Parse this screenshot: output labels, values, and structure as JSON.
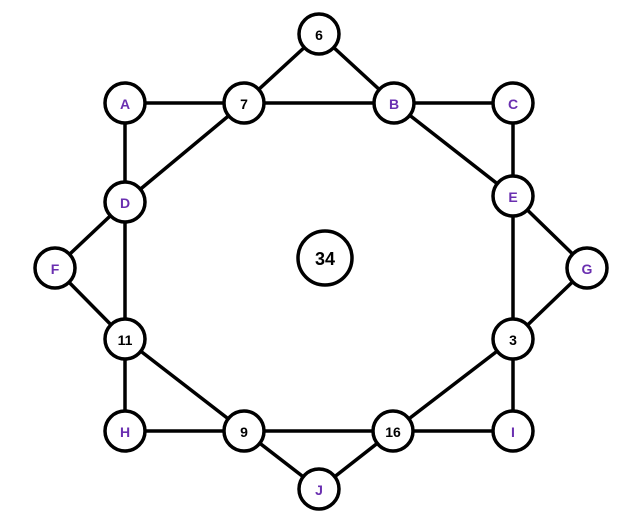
{
  "colors": {
    "letter_label": "#6a2fb0",
    "number_label": "#000000",
    "stroke": "#000000",
    "fill": "#ffffff"
  },
  "nodes": [
    {
      "id": "n6",
      "label": "6",
      "kind": "number"
    },
    {
      "id": "nA",
      "label": "A",
      "kind": "letter"
    },
    {
      "id": "n7",
      "label": "7",
      "kind": "number"
    },
    {
      "id": "nB",
      "label": "B",
      "kind": "letter"
    },
    {
      "id": "nC",
      "label": "C",
      "kind": "letter"
    },
    {
      "id": "nD",
      "label": "D",
      "kind": "letter"
    },
    {
      "id": "nE",
      "label": "E",
      "kind": "letter"
    },
    {
      "id": "nF",
      "label": "F",
      "kind": "letter"
    },
    {
      "id": "nG",
      "label": "G",
      "kind": "letter"
    },
    {
      "id": "n11",
      "label": "11",
      "kind": "number"
    },
    {
      "id": "n3",
      "label": "3",
      "kind": "number"
    },
    {
      "id": "nH",
      "label": "H",
      "kind": "letter"
    },
    {
      "id": "n9",
      "label": "9",
      "kind": "number"
    },
    {
      "id": "n16",
      "label": "16",
      "kind": "number"
    },
    {
      "id": "nI",
      "label": "I",
      "kind": "letter"
    },
    {
      "id": "nJ",
      "label": "J",
      "kind": "letter"
    },
    {
      "id": "n34",
      "label": "34",
      "kind": "center"
    }
  ],
  "edges": [
    [
      "nA",
      "n7"
    ],
    [
      "n7",
      "nB"
    ],
    [
      "nB",
      "nC"
    ],
    [
      "n7",
      "n6"
    ],
    [
      "n6",
      "nB"
    ],
    [
      "nA",
      "nD"
    ],
    [
      "nD",
      "n7"
    ],
    [
      "nC",
      "nE"
    ],
    [
      "nB",
      "nE"
    ],
    [
      "nD",
      "nF"
    ],
    [
      "nF",
      "n11"
    ],
    [
      "nD",
      "n11"
    ],
    [
      "nE",
      "nG"
    ],
    [
      "nG",
      "n3"
    ],
    [
      "nE",
      "n3"
    ],
    [
      "n11",
      "nH"
    ],
    [
      "nH",
      "n9"
    ],
    [
      "n11",
      "n9"
    ],
    [
      "n3",
      "nI"
    ],
    [
      "n16",
      "nI"
    ],
    [
      "n3",
      "n16"
    ],
    [
      "n9",
      "n16"
    ],
    [
      "n9",
      "nJ"
    ],
    [
      "nJ",
      "n16"
    ]
  ]
}
